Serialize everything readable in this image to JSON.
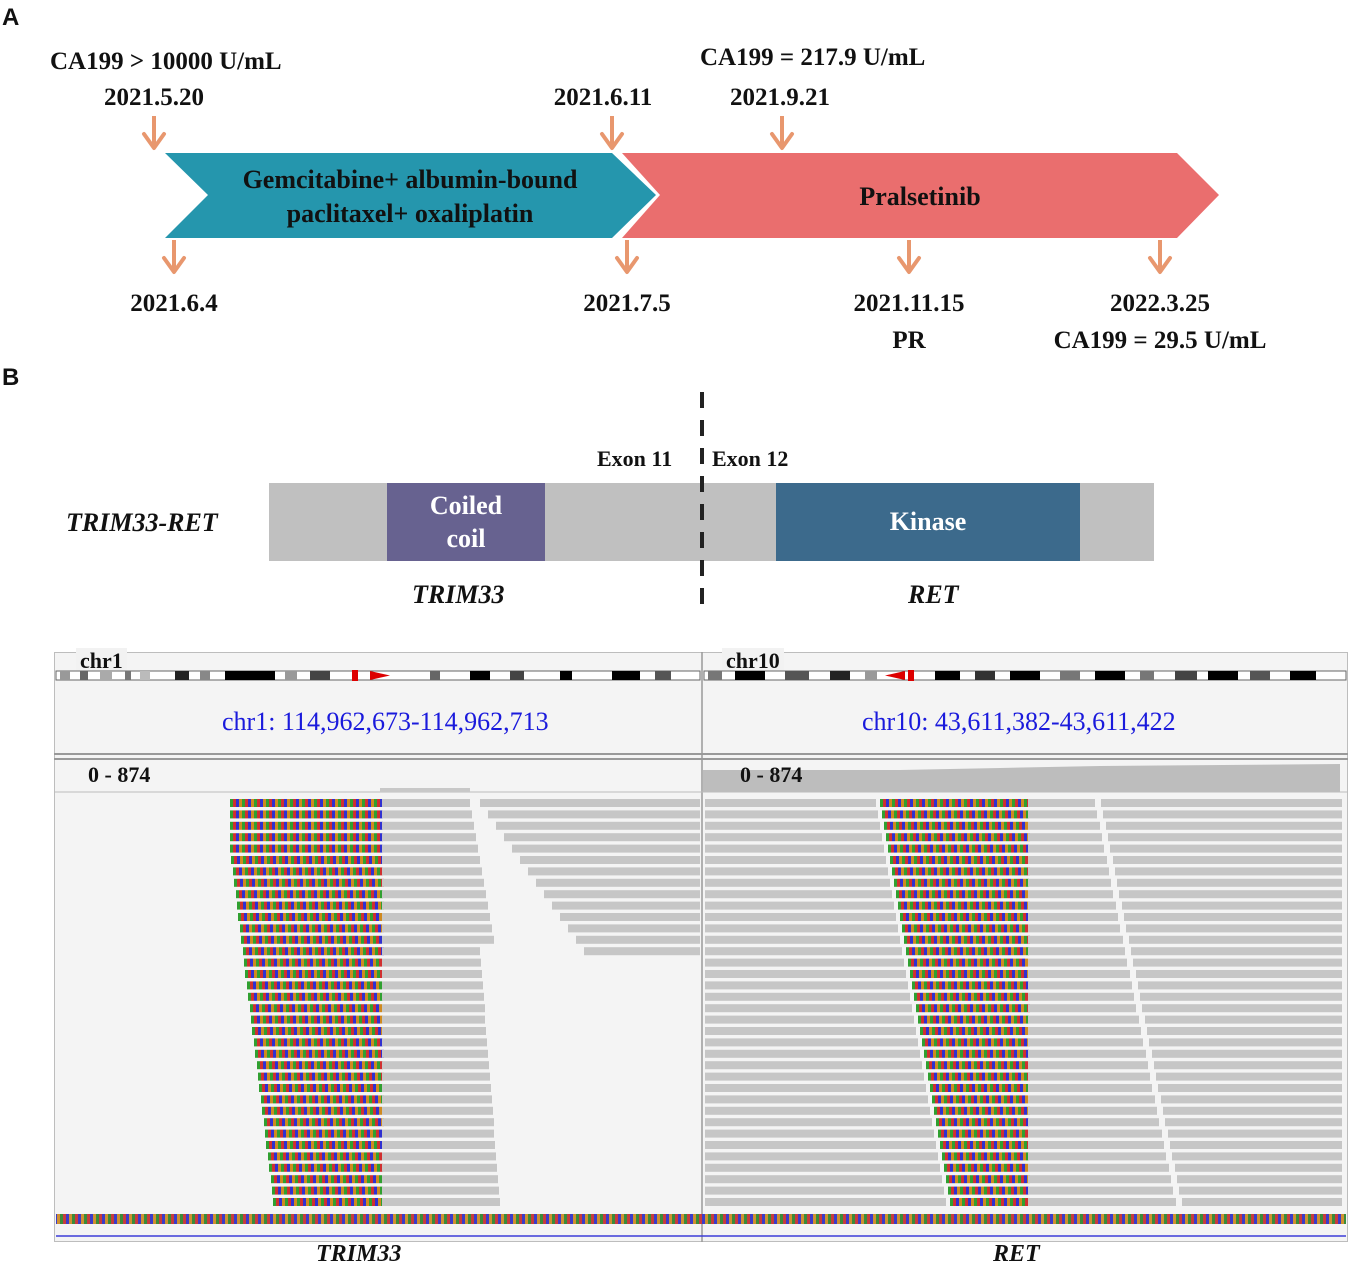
{
  "panel_a": {
    "label": "A",
    "top_annotations": [
      {
        "text": "CA199 > 10000 U/mL"
      },
      {
        "text": "CA199 = 217.9 U/mL"
      }
    ],
    "top_dates": [
      "2021.5.20",
      "2021.6.11",
      "2021.9.21"
    ],
    "bottom_dates": [
      "2021.6.4",
      "2021.7.5",
      "2021.11.15",
      "2022.3.25"
    ],
    "bottom_notes": [
      "PR",
      "CA199 = 29.5 U/mL"
    ],
    "treatments": [
      {
        "line1": "Gemcitabine+ albumin-bound",
        "line2": "paclitaxel+ oxaliplatin",
        "color": "#2596ad"
      },
      {
        "line1": "Pralsetinib",
        "color": "#ea6e6e"
      }
    ],
    "arrow_color": "#e8976e"
  },
  "panel_b": {
    "label": "B",
    "fusion_name": "TRIM33-RET",
    "exon_left": "Exon 11",
    "exon_right": "Exon 12",
    "domains": [
      {
        "line1": "Coiled",
        "line2": "coil",
        "color": "#676290"
      },
      {
        "line1": "Kinase",
        "color": "#3c6a8c"
      }
    ],
    "gene_left": "TRIM33",
    "gene_right": "RET",
    "bar_color": "#c0c0c0",
    "igv": {
      "left": {
        "chrom": "chr1",
        "locus": "chr1: 114,962,673-114,962,713",
        "range": "0 - 874",
        "gene": "TRIM33"
      },
      "right": {
        "chrom": "chr10",
        "locus": "chr10: 43,611,382-43,611,422",
        "range": "0 - 874",
        "gene": "RET"
      }
    }
  }
}
